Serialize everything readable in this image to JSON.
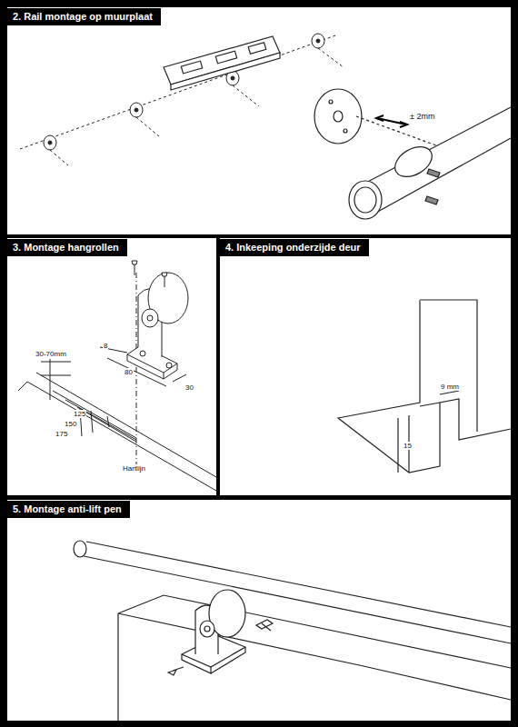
{
  "diagram": {
    "nodes": [
      {
        "text": [
          "2. Rail montage op muurplaat"
        ]
      },
      {
        "text": [
          "3. Montage hangrollen"
        ]
      },
      {
        "text": [
          "4. Inkeeping onderzijde deur"
        ]
      },
      {
        "text": [
          "5. Montage anti-lift pen"
        ]
      }
    ],
    "labels": [
      "± 2mm",
      "30-70mm",
      "8",
      "80",
      "30",
      "125",
      "150",
      "175",
      "Hartlijn",
      "9 mm",
      "15"
    ]
  }
}
